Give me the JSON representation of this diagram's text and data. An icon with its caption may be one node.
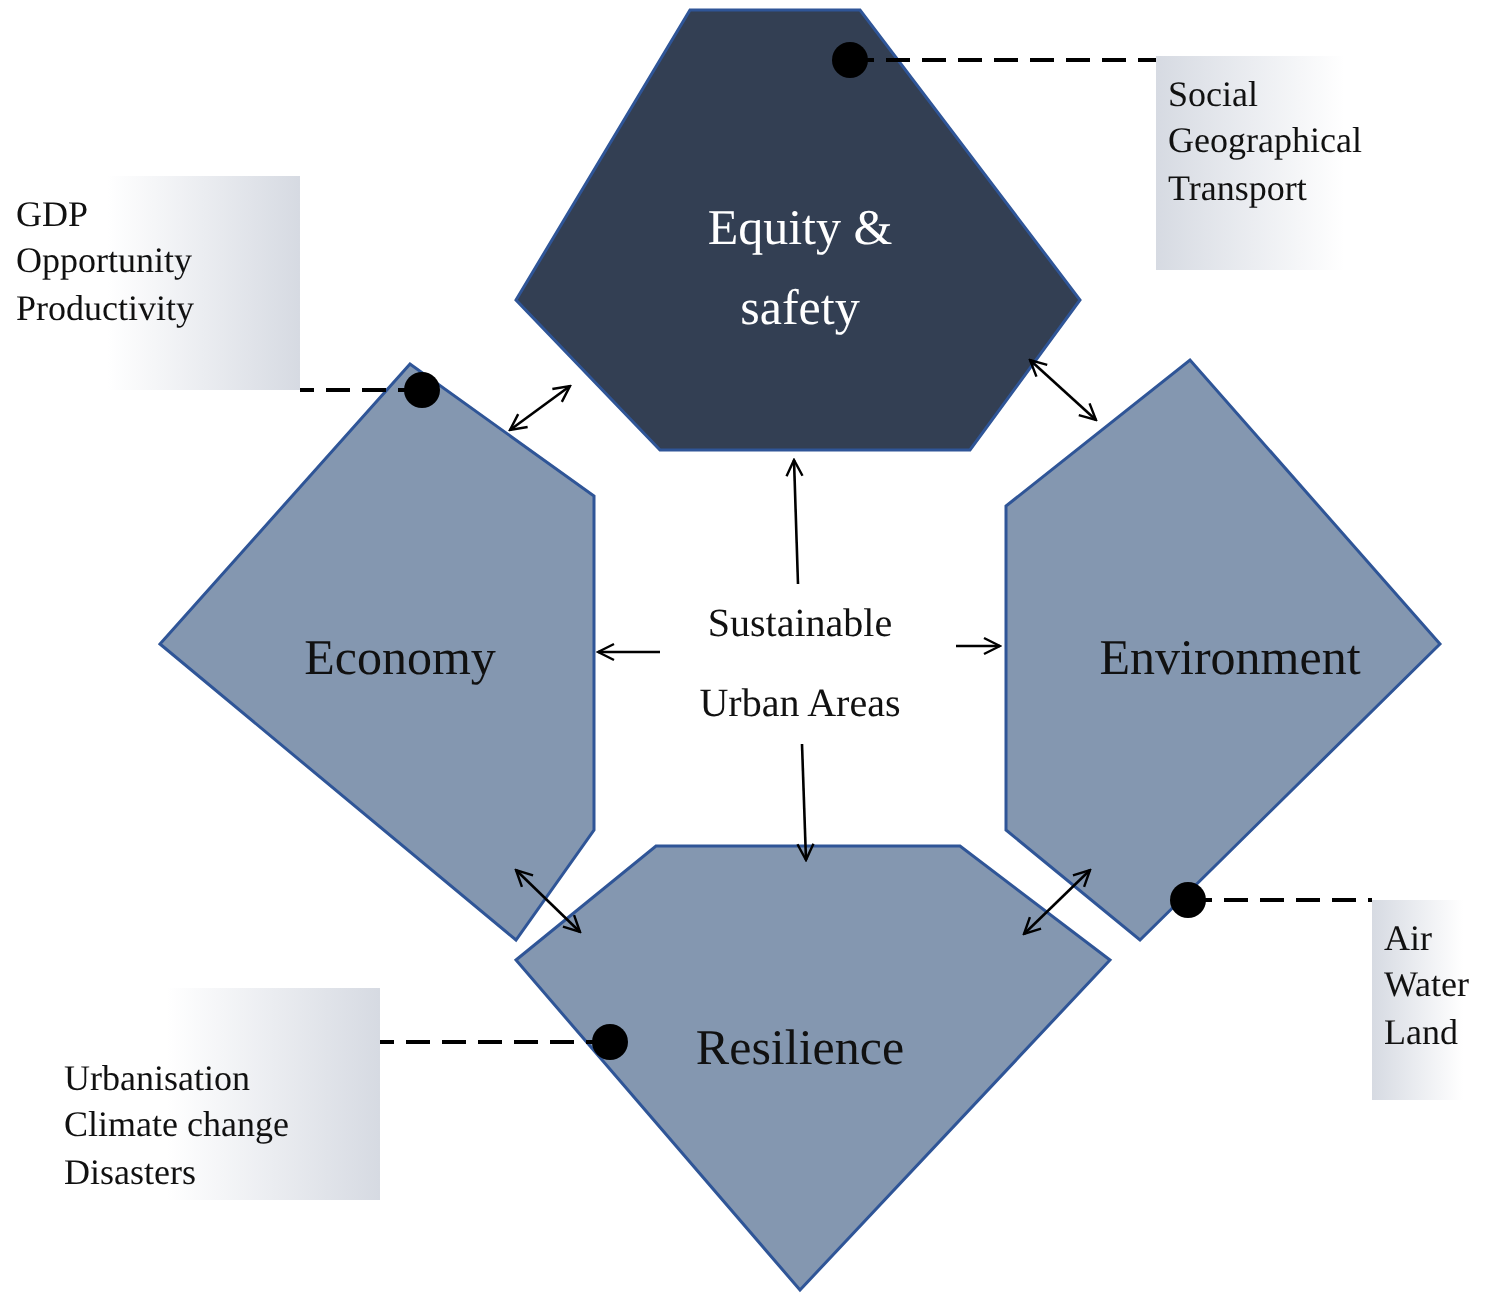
{
  "diagram": {
    "nodes": [
      {
        "text": [
          "Equity & safety"
        ]
      },
      {
        "text": [
          "Economy"
        ]
      },
      {
        "text": [
          "Sustainable Urban Areas"
        ]
      },
      {
        "text": [
          "Environment"
        ]
      },
      {
        "text": [
          "Resilience"
        ]
      },
      {
        "text": [
          "Social",
          "Geographical",
          "Transport"
        ]
      },
      {
        "text": [
          "GDP",
          "Opportunity",
          "Productivity"
        ]
      },
      {
        "text": [
          "Air",
          "Water",
          "Land"
        ]
      },
      {
        "text": [
          "Urbanisation",
          "Climate change",
          "Disasters"
        ]
      }
    ],
    "edges": [
      {
        "from": 2,
        "to": 0,
        "arrow": "to"
      },
      {
        "from": 2,
        "to": 1,
        "arrow": "to"
      },
      {
        "from": 2,
        "to": 3,
        "arrow": "to"
      },
      {
        "from": 2,
        "to": 4,
        "arrow": "to"
      },
      {
        "from": 1,
        "to": 0,
        "arrow": "both"
      },
      {
        "from": 0,
        "to": 3,
        "arrow": "both"
      },
      {
        "from": 1,
        "to": 4,
        "arrow": "both"
      },
      {
        "from": 3,
        "to": 4,
        "arrow": "both"
      },
      {
        "from": 0,
        "to": 5,
        "arrow": "other",
        "style": "dashed"
      },
      {
        "from": 1,
        "to": 6,
        "arrow": "other",
        "style": "dashed"
      },
      {
        "from": 3,
        "to": 7,
        "arrow": "other",
        "style": "dashed"
      },
      {
        "from": 4,
        "to": 8,
        "arrow": "other",
        "style": "dashed"
      }
    ]
  }
}
